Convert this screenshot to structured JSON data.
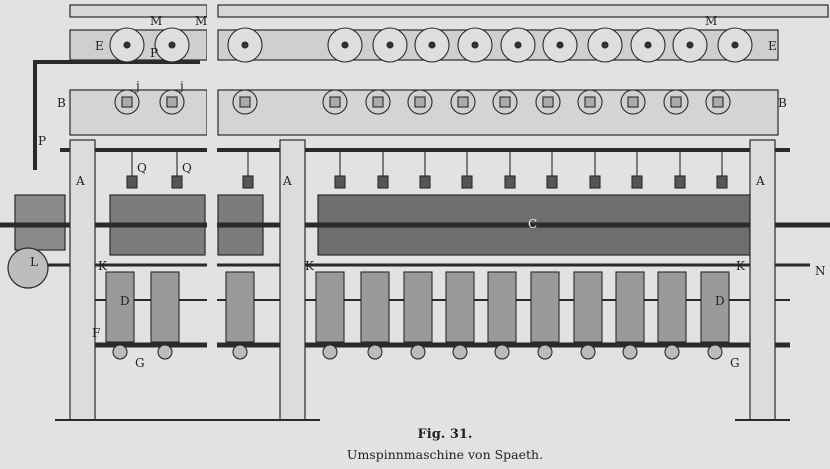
{
  "figure": {
    "number_label": "Fig. 31.",
    "caption": "Umspinnmaschine von Spaeth.",
    "labels": {
      "P1": "P",
      "P2": "P",
      "E1": "E",
      "E2": "E",
      "M1": "M",
      "M2": "M",
      "M3": "M",
      "j1": "j",
      "j2": "j",
      "B1": "B",
      "B2": "B",
      "Q1": "Q",
      "Q2": "Q",
      "A1": "A",
      "A2": "A",
      "A3": "A",
      "C": "C",
      "K1": "K",
      "K2": "K",
      "K3": "K",
      "L": "L",
      "D1": "D",
      "D2": "D",
      "F": "F",
      "G1": "G",
      "G2": "G",
      "N": "N"
    }
  }
}
